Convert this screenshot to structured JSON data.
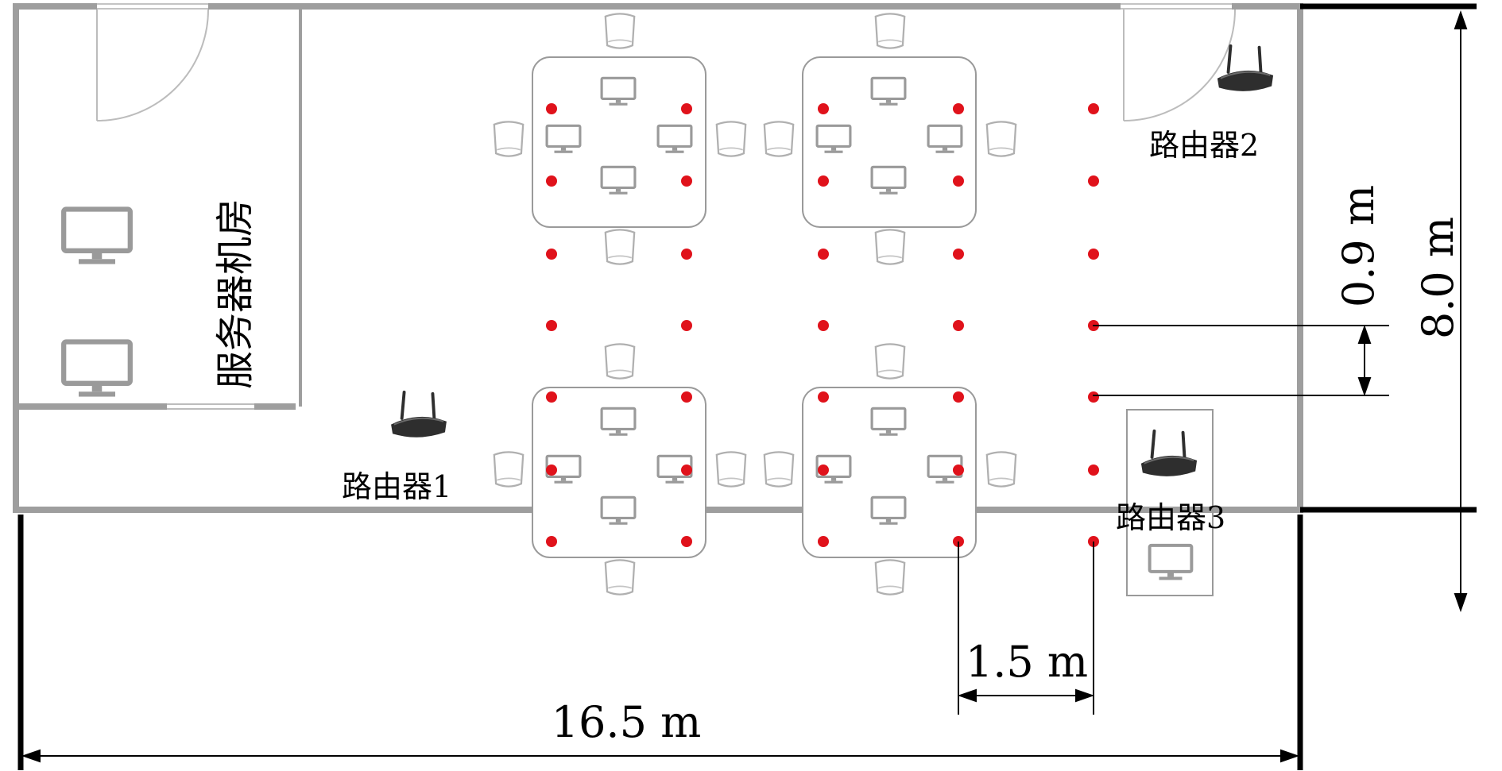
{
  "labels": {
    "server_room": "服务器机房",
    "router1": "路由器1",
    "router2": "路由器2",
    "router3": "路由器3"
  },
  "dimensions": {
    "width": "16.5 m",
    "height": "8.0 m",
    "row_spacing": "0.9 m",
    "column_spacing": "1.5 m"
  },
  "colors": {
    "wall": "#9e9e9e",
    "sample_point": "#e0121b",
    "furniture": "#9a9a9a",
    "router": "#2e2e2e",
    "dimension_line": "#000000"
  },
  "icons": {
    "router": "wifi-router-icon",
    "monitor": "monitor-icon",
    "chair": "chair-icon",
    "door": "door-icon"
  }
}
